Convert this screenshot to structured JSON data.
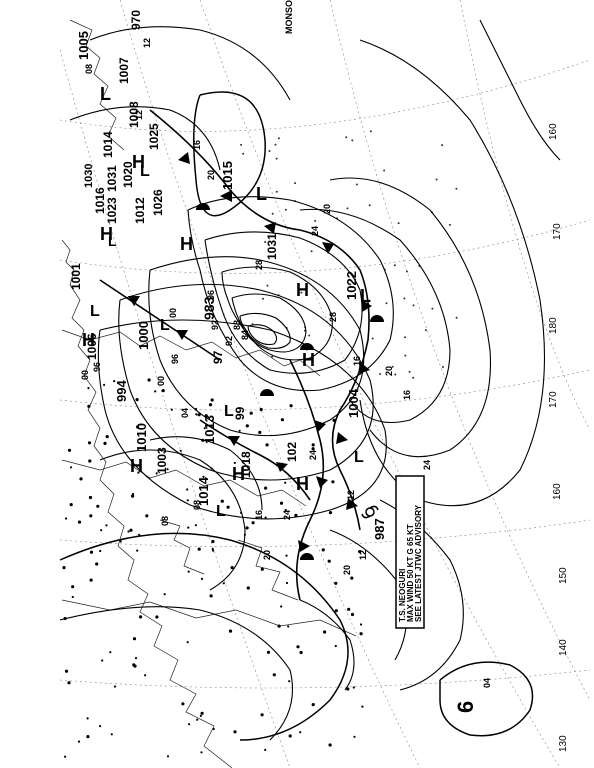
{
  "header": {
    "monsoon_label": "MONSOO"
  },
  "longitudes": [
    "160",
    "170",
    "180",
    "170",
    "160",
    "150",
    "140",
    "130"
  ],
  "pressure_labels": [
    "970",
    "1005",
    "1007",
    "1008",
    "1025",
    "1031",
    "1030",
    "1014",
    "1016",
    "1023",
    "1020",
    "1012",
    "1026",
    "1015",
    "1001",
    "1031",
    "1022",
    "1006",
    "1000",
    "983",
    "97",
    "994",
    "1010",
    "1013",
    "99",
    "1003",
    "1018",
    "102",
    "1004",
    "1014",
    "987"
  ],
  "isobar_values": [
    "12",
    "08",
    "16",
    "20",
    "24",
    "28",
    "00",
    "96",
    "92",
    "88",
    "84",
    "04"
  ],
  "centers": [
    "H",
    "L"
  ],
  "advisory": {
    "line1": "T.S. NEOGURI",
    "line2": "MAX WIND 50 KT G 65 KT",
    "line3": "SEE LATEST JTWC ADVISORY"
  }
}
